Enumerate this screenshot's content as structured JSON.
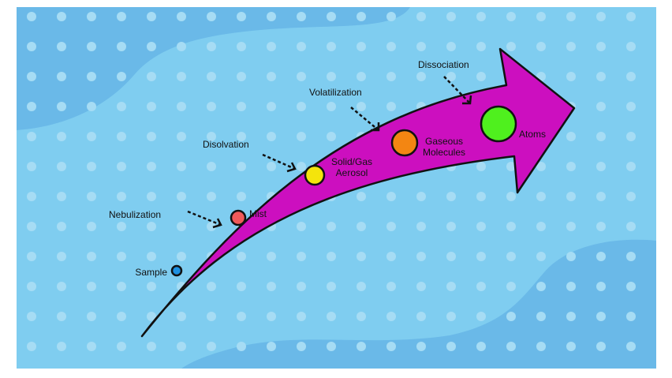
{
  "colors": {
    "background": "#7fcdf0",
    "background_blob": "#6ab9e8",
    "dot": "#a6dcf4",
    "arrow_fill": "#cc0fbf",
    "outline": "#111111"
  },
  "stages": [
    {
      "id": "sample",
      "label_lines": [
        "Sample"
      ],
      "color": "#1e90e0"
    },
    {
      "id": "mist",
      "label_lines": [
        "Mist"
      ],
      "color": "#f05a5a"
    },
    {
      "id": "solid-gas-aerosol",
      "label_lines": [
        "Solid/Gas",
        "Aerosol"
      ],
      "color": "#f4e40c"
    },
    {
      "id": "gaseous-molecules",
      "label_lines": [
        "Gaseous",
        "Molecules"
      ],
      "color": "#f38612"
    },
    {
      "id": "atoms",
      "label_lines": [
        "Atoms"
      ],
      "color": "#4ff01e"
    }
  ],
  "processes": [
    {
      "id": "nebulization",
      "label": "Nebulization"
    },
    {
      "id": "disolvation",
      "label": "Disolvation"
    },
    {
      "id": "volatilization",
      "label": "Volatilization"
    },
    {
      "id": "dissociation",
      "label": "Dissociation"
    }
  ]
}
